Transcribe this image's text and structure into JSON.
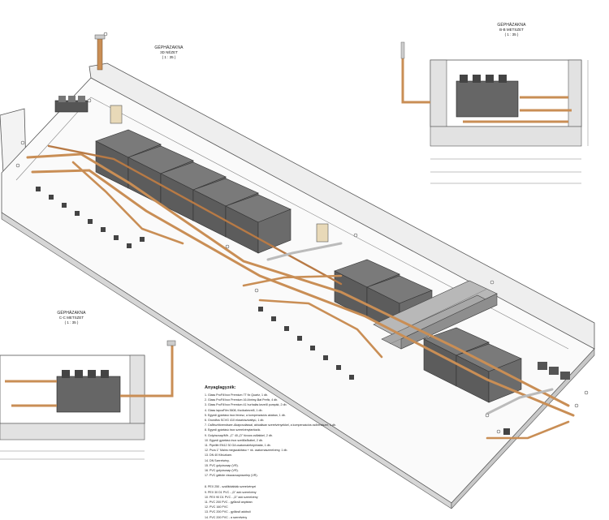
{
  "views": {
    "main": {
      "title": "GÉPHÁZAKNA",
      "subtitle": "3D NÉZET",
      "scale": "( 1 : 35 )"
    },
    "right": {
      "title": "GÉPHÁZAKNA",
      "subtitle": "B-B METSZET",
      "scale": "( 1 : 35 )"
    },
    "left": {
      "title": "GÉPHÁZAKNA",
      "subtitle": "C-C METSZET",
      "scale": "( 1 : 35 )"
    }
  },
  "legend": {
    "title": "Anyaglagyzék:",
    "items": [
      "1.  Glass ProFill box Premium 7T fix Quartz, 1 db.",
      "2.  Glass ProFill box Premium 16 Ahrimy-Bat Prefix, 4 db.",
      "3.  Glass ProFill box Premium 41 hurhalás kezelő pumpák, 2 db.",
      "4.  Glass lapcaFilm 3608, fúvókakezelő, 1 db.",
      "5.  Egyedi gyártású inox fenesz, a kompenzációs akában, 1 db.",
      "6.  Grundfos SCVG 410 elosztószivattyú, 1 db.",
      "7.  Csőtisztítórendszer-Akapcsolással, aktuálisan szerelvényekkel, a kompenzációs csőrendszer, 1 db.",
      "8.  Egyedi gyártású inox szerelvénytartózók.",
      "9.  Golyóscsap/Mfr. „C\" 40-„D\" fúvocs csillakkel, 2 db.",
      "10. Egyedi gyártású inox szellőzőkábel, 2 db.",
      "11. Pipelife EN12 30 GA csatornalefolyóhatár, 1 db.",
      "12. Pvcs 1\" Mains megszakításo + nk. csatornaszerelvény, 1 db.",
      "13. DN 40 Kihúzkam.",
      "14. DN Szerelvény.",
      "15. PVC golyóscsap (VR).",
      "16. PVC golyóscsap (VR).",
      "17. PVC gáttóle visszacsapószelep (VR)."
    ],
    "items2": [
      "8.  PEX 250 - szállítótáblák szerelvényei",
      "9.  PEX 30 D1 PVC - „D\" adó szerelvény",
      "10. PEX 90 D1 PVC - „D\" adó szerelvény",
      "11. PVC 200 PVC - gyűlcső anyában",
      "12. PVC 160 PVC",
      "13. PVC 200 PVC - gyűlcső adóbuli",
      "14. PVC 200 PVC - a szerelvény"
    ]
  }
}
